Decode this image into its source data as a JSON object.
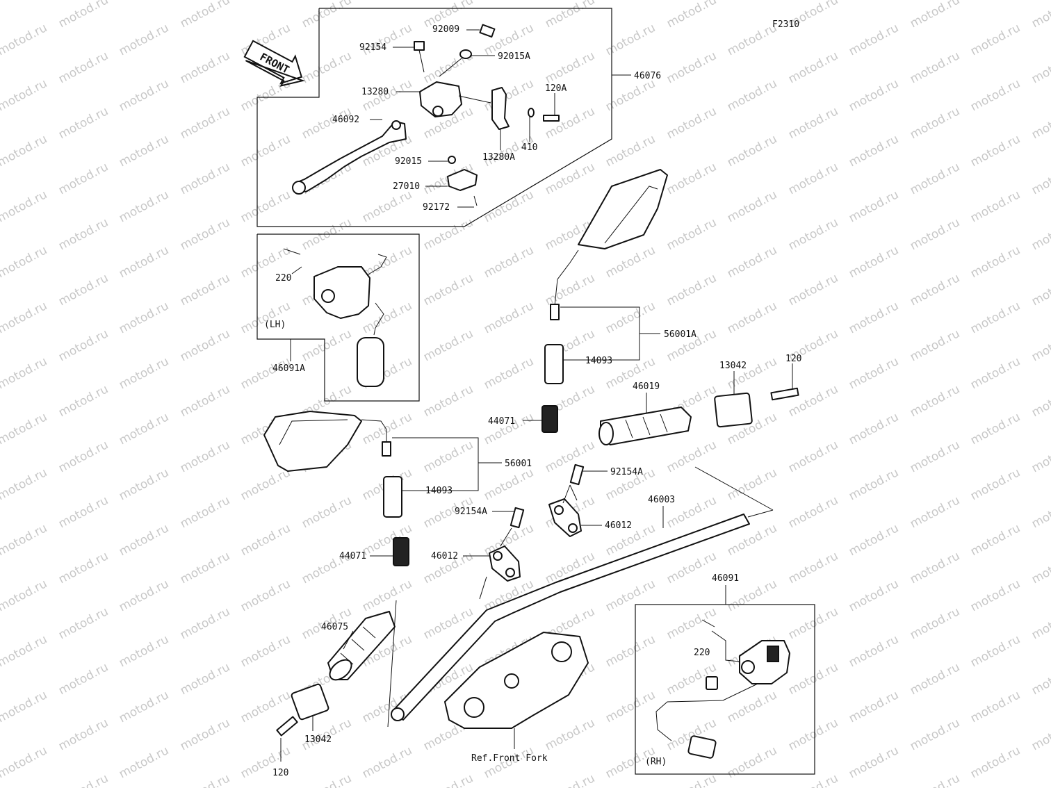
{
  "diagram": {
    "figure_code": "F2310",
    "watermark": "motod.ru",
    "front_arrow": "FRONT",
    "labels": {
      "p92009": "92009",
      "p92154": "92154",
      "p92015A": "92015A",
      "p13280": "13280",
      "p120A": "120A",
      "p46076": "46076",
      "p46092": "46092",
      "p410": "410",
      "p13280A": "13280A",
      "p92015": "92015",
      "p27010": "27010",
      "p92172": "92172",
      "p220_lh": "220",
      "lh": "(LH)",
      "p46091A": "46091A",
      "p56001A": "56001A",
      "p14093_r": "14093",
      "p13042_r": "13042",
      "p120_r": "120",
      "p46019": "46019",
      "p44071_r": "44071",
      "p56001": "56001",
      "p14093_l": "14093",
      "p92154A_r": "92154A",
      "p46003": "46003",
      "p92154A_l": "92154A",
      "p46012_r": "46012",
      "p46012_l": "46012",
      "p44071_l": "44071",
      "p46091": "46091",
      "p46075": "46075",
      "p220_rh": "220",
      "p13042_l": "13042",
      "p120_l": "120",
      "ref_front_fork": "Ref.Front Fork",
      "rh": "(RH)"
    }
  }
}
